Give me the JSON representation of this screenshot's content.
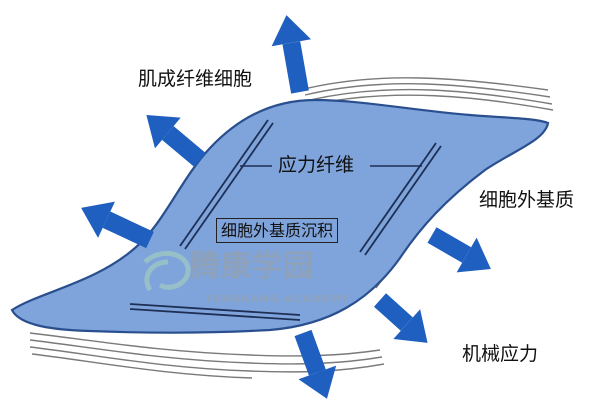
{
  "labels": {
    "fibroblast": "肌成纤维细胞",
    "stress_fiber": "应力纤维",
    "extracellular_matrix": "细胞外基质",
    "ecm_deposition": "细胞外基质沉积",
    "mechanical_stress": "机械应力"
  },
  "watermark": {
    "title": "腾康学园",
    "subtitle": "TENGKANG ACADEMY"
  },
  "colors": {
    "cell_fill": "#7fa3db",
    "cell_outline": "#2a4f8f",
    "arrow": "#1f5fbf",
    "fiber_lines": "#7a7a7a",
    "watermark_logo": "#9fc9c2"
  }
}
